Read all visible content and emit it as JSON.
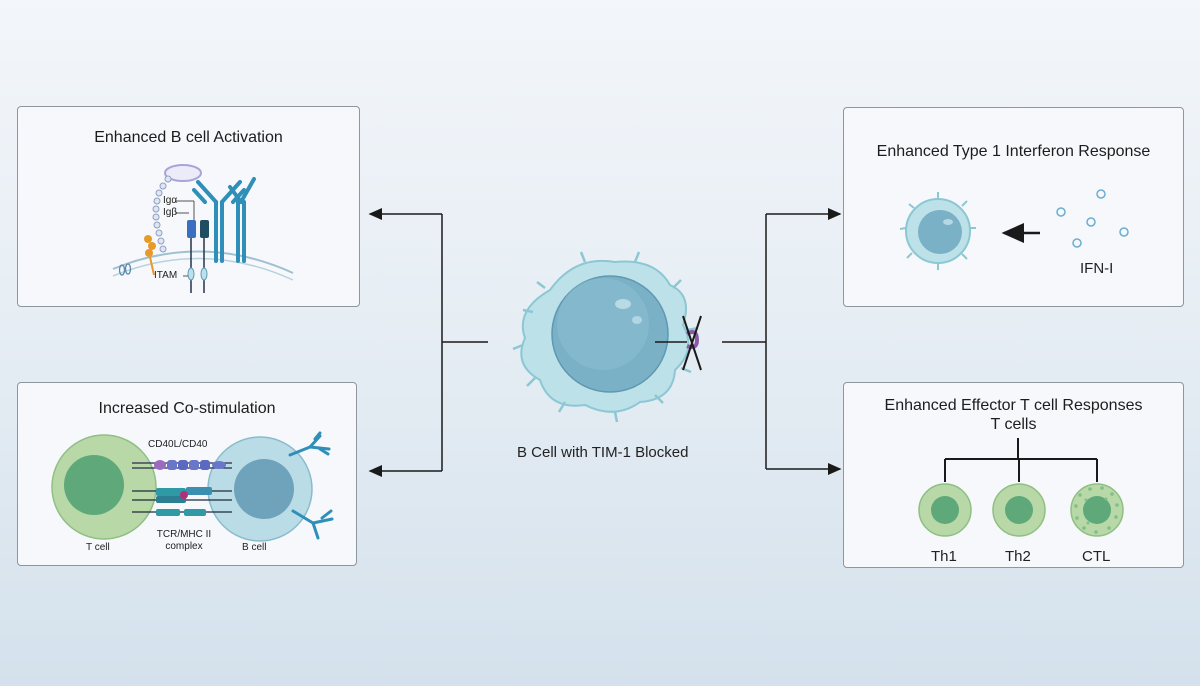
{
  "panels": {
    "activation": {
      "title": "Enhanced B cell Activation",
      "labels": {
        "ig_alpha": "Igα",
        "ig_beta": "Igβ",
        "itam": "ITAM"
      }
    },
    "costim": {
      "title": "Increased Co-stimulation",
      "labels": {
        "cd40": "CD40L/CD40",
        "tcr_line1": "TCR/MHC II",
        "tcr_line2": "complex",
        "tcell": "T cell",
        "bcell": "B cell"
      }
    },
    "interferon": {
      "title": "Enhanced Type 1 Interferon Response",
      "labels": {
        "ifn": "IFN-I"
      }
    },
    "effector": {
      "title_line1": "Enhanced Effector T cell Responses",
      "title_line2": "T cells",
      "cells": [
        "Th1",
        "Th2",
        "CTL"
      ]
    }
  },
  "center": {
    "caption": "B Cell with TIM-1 Blocked"
  },
  "colors": {
    "cell_light": "#b9dfe6",
    "cell_nucleus": "#6fa3bb",
    "tcell_outer": "#b8d8a8",
    "tcell_inner": "#5ea87a",
    "receptor_blue": "#2f8fb8",
    "purple": "#8b5aa6"
  }
}
